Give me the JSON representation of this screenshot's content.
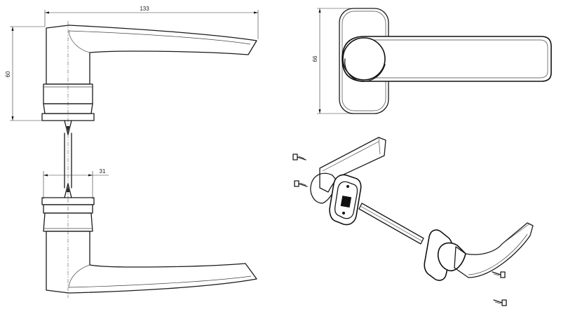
{
  "dimensions": {
    "length": "133",
    "height": "60",
    "rosette_height": "66",
    "spindle_offset": "31"
  },
  "views": [
    {
      "name": "side-elevation"
    },
    {
      "name": "front-elevation"
    },
    {
      "name": "exploded-isometric"
    }
  ]
}
